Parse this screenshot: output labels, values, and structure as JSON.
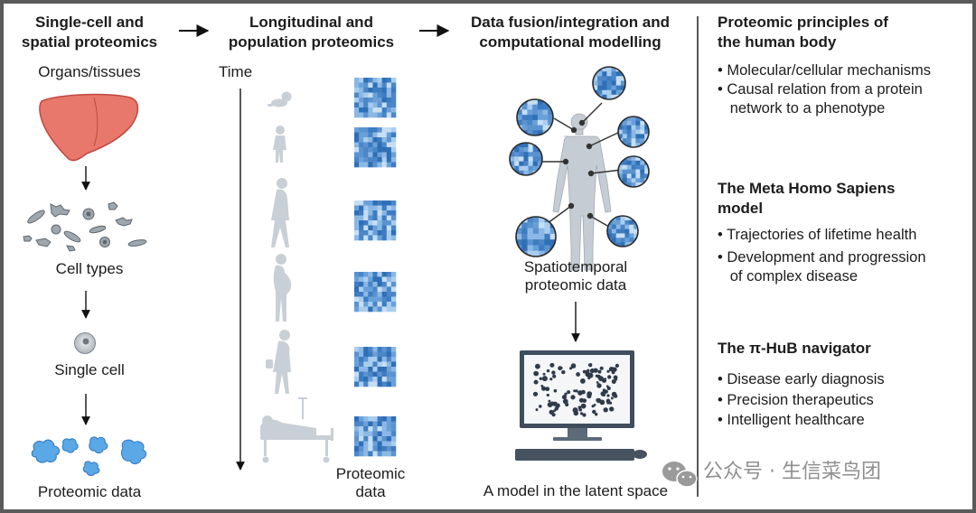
{
  "columns": {
    "col1": {
      "heading": [
        "Single-cell and",
        "spatial proteomics"
      ]
    },
    "col2": {
      "heading": [
        "Longitudinal and",
        "population proteomics"
      ]
    },
    "col3": {
      "heading": [
        "Data fusion/integration and",
        "computational modelling"
      ]
    }
  },
  "col1_labels": {
    "organs": "Organs/tissues",
    "cell_types": "Cell types",
    "single_cell": "Single cell",
    "proteomic_data": "Proteomic data"
  },
  "col2_labels": {
    "time": "Time",
    "proteomic_data": [
      "Proteomic",
      "data"
    ]
  },
  "col3_labels": {
    "spatiotemporal": [
      "Spatiotemporal",
      "proteomic data"
    ],
    "latent": "A model in the latent space"
  },
  "principles": {
    "sections": [
      {
        "title": [
          "Proteomic principles of",
          "the human body"
        ],
        "bullets": [
          "• Molecular/cellular mechanisms",
          "• Causal relation from a protein",
          "   network to a phenotype"
        ]
      },
      {
        "title": [
          "The Meta Homo Sapiens",
          "model"
        ],
        "bullets": [
          "• Trajectories of lifetime health",
          "• Development and progression",
          "   of complex disease"
        ]
      },
      {
        "title": [
          "The π-HuB navigator"
        ],
        "bullets": [
          "• Disease early diagnosis",
          "• Precision therapeutics",
          "• Intelligent healthcare"
        ]
      }
    ]
  },
  "watermark": "公众号 · 生信菜鸟团",
  "colors": {
    "liver": "#e8786c",
    "heatmap_dark": "#3a78c0",
    "heatmap_light": "#a9cdee",
    "silhouette": "#c9cfd6",
    "protein": "#5aa8e6"
  }
}
